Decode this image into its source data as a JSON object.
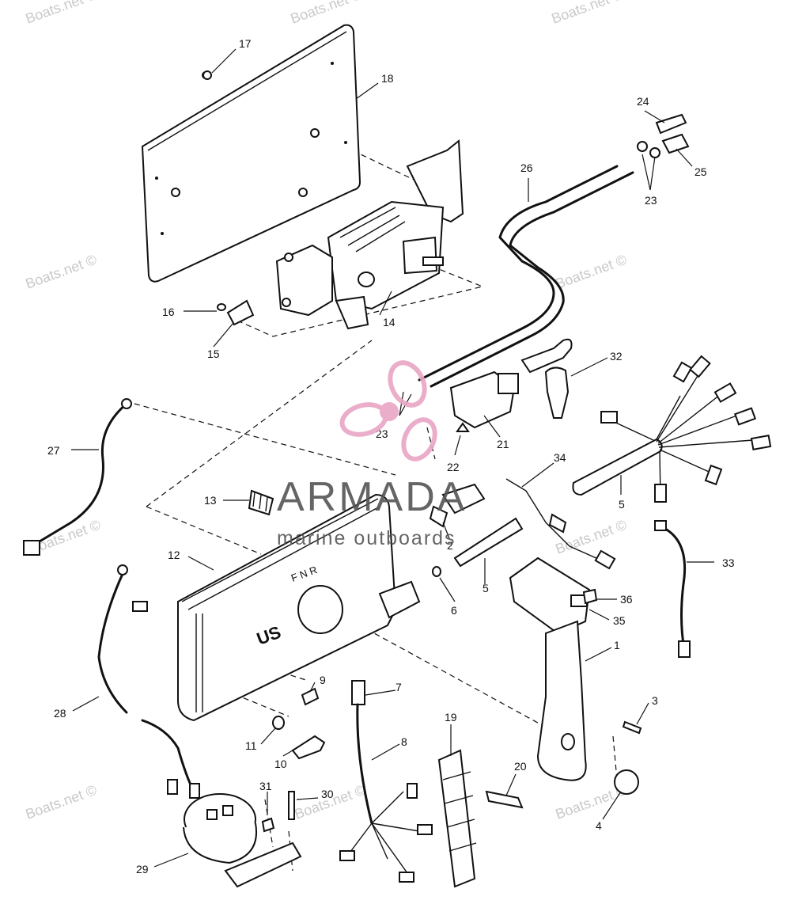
{
  "watermark_text": "Boats.net ©",
  "brand": {
    "name": "ARMADA",
    "tagline": "marine outboards",
    "logo_color": "#e8a6c6",
    "text_color": "#555555"
  },
  "panel_lettering": {
    "shift_letters": "F N R",
    "logo": "US"
  },
  "callouts": {
    "c1": "1",
    "c2": "2",
    "c3": "3",
    "c4": "4",
    "c5a": "5",
    "c5b": "5",
    "c6": "6",
    "c7": "7",
    "c8": "8",
    "c9": "9",
    "c10": "10",
    "c11": "11",
    "c12": "12",
    "c13": "13",
    "c14": "14",
    "c15": "15",
    "c16": "16",
    "c17": "17",
    "c18": "18",
    "c19": "19",
    "c20": "20",
    "c21": "21",
    "c22": "22",
    "c23a": "23",
    "c23b": "23",
    "c24": "24",
    "c25": "25",
    "c26": "26",
    "c27": "27",
    "c28": "28",
    "c29": "29",
    "c30": "30",
    "c31": "31",
    "c32": "32",
    "c33": "33",
    "c34": "34",
    "c35": "35",
    "c36": "36"
  }
}
